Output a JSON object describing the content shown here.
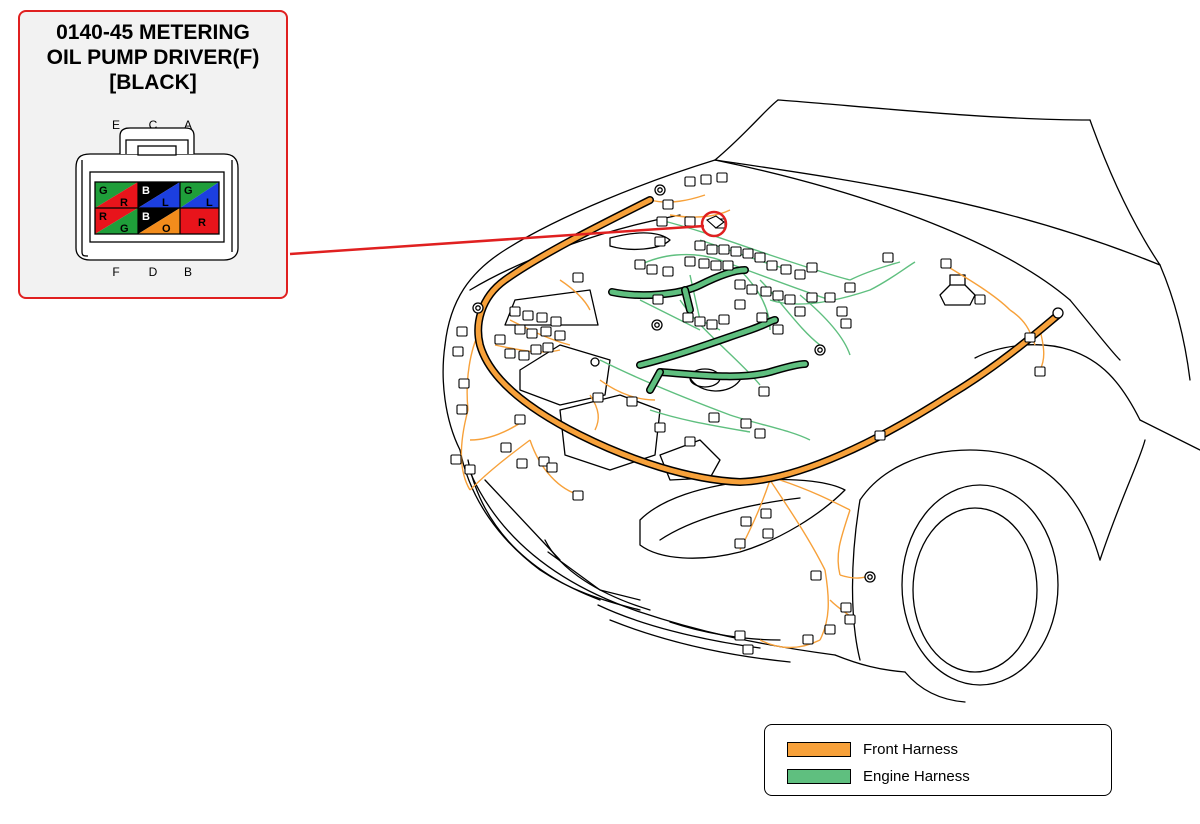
{
  "callout": {
    "title_lines": [
      "0140-45 METERING",
      "OIL PUMP DRIVER(F)",
      "[BLACK]"
    ],
    "pins_top": [
      "E",
      "C",
      "A"
    ],
    "pins_bottom": [
      "F",
      "D",
      "B"
    ],
    "wire_labels": [
      "G",
      "R",
      "B",
      "L",
      "G",
      "L",
      "R",
      "G",
      "B",
      "O",
      "R"
    ],
    "connector_body_color": "#f2f2f2",
    "wire_colors": {
      "G": "#1f9e3a",
      "R": "#e8141b",
      "B": "#000000",
      "L": "#1c3fe0",
      "O": "#f28c1c"
    },
    "border_color": "#e02020"
  },
  "legend": {
    "items": [
      {
        "label": "Front Harness",
        "color": "#f7a13a"
      },
      {
        "label": "Engine Harness",
        "color": "#5fbf7f"
      }
    ]
  },
  "diagram": {
    "front_harness_color": "#f7a13a",
    "engine_harness_color": "#5fbf7f",
    "leader_color": "#e02020"
  }
}
